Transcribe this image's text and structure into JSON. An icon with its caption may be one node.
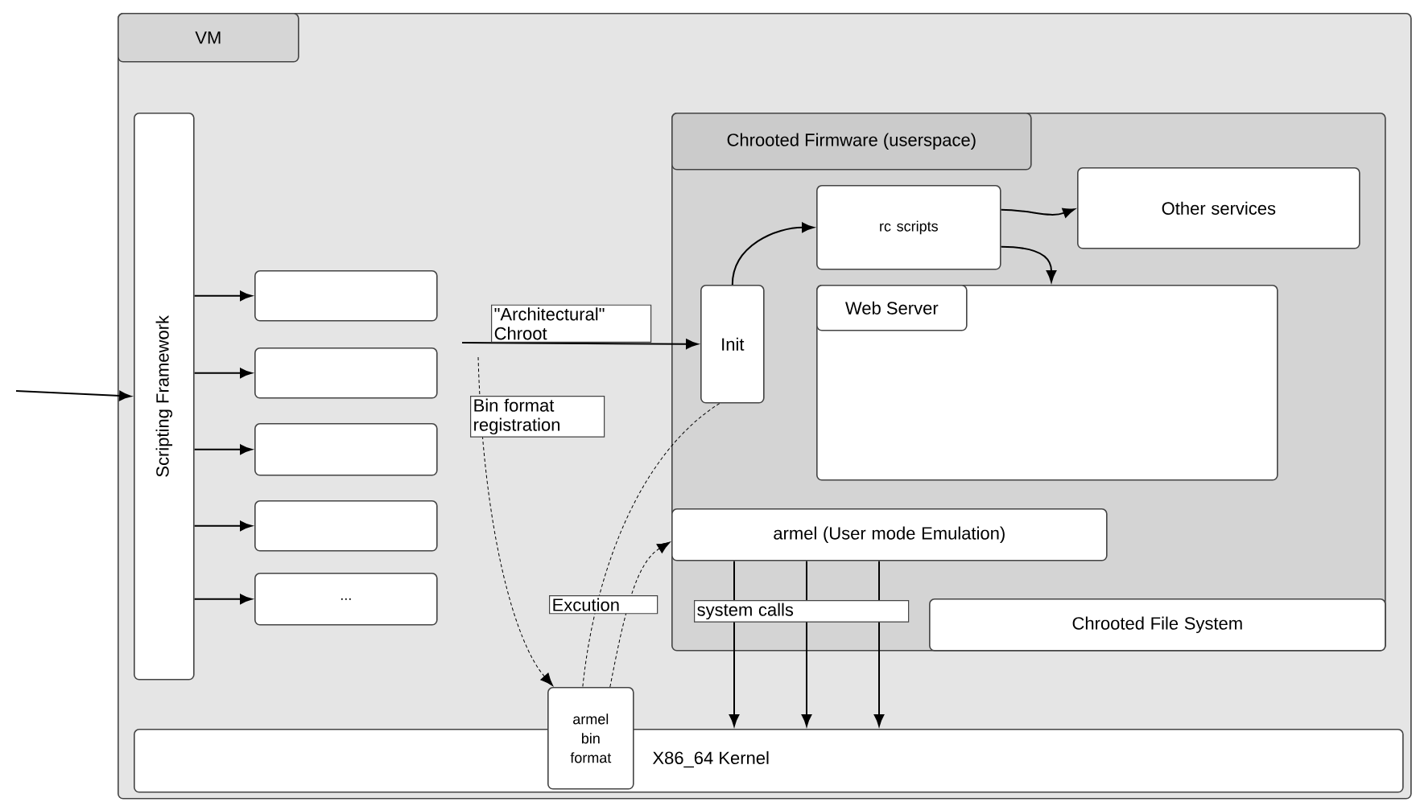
{
  "diagram": {
    "nodes": [
      {
        "text": [
          "VM"
        ]
      },
      {
        "text": [
          "Scripting Framework"
        ],
        "in": 0
      },
      {
        "text": [],
        "shape": "box",
        "in": 0
      },
      {
        "text": [],
        "shape": "box",
        "in": 0
      },
      {
        "text": [],
        "shape": "box",
        "in": 0
      },
      {
        "text": [],
        "shape": "box",
        "in": 0
      },
      {
        "text": [
          "..."
        ],
        "in": 0
      },
      {
        "text": [
          "Chrooted Firmware (userspace)"
        ],
        "in": 0
      },
      {
        "text": [
          "Init"
        ],
        "in": 7
      },
      {
        "text": [
          "rc scripts"
        ],
        "in": 7
      },
      {
        "text": [
          "Other services"
        ],
        "in": 7
      },
      {
        "text": [
          "Web Server"
        ],
        "in": 7
      },
      {
        "text": [
          "armel (User mode Emulation)"
        ],
        "in": 7
      },
      {
        "text": [
          "Chrooted File System"
        ],
        "in": 7
      },
      {
        "text": [
          "armel bin format"
        ],
        "in": 0
      },
      {
        "text": [
          "X86_64 Kernel"
        ],
        "in": 0
      }
    ],
    "edges": [
      {
        "from": null,
        "to": 1,
        "arrow": "to"
      },
      {
        "from": 1,
        "to": 2,
        "arrow": "to"
      },
      {
        "from": 1,
        "to": 3,
        "arrow": "to"
      },
      {
        "from": 1,
        "to": 4,
        "arrow": "to"
      },
      {
        "from": 1,
        "to": 5,
        "arrow": "to"
      },
      {
        "from": 1,
        "to": 6,
        "arrow": "to"
      },
      {
        "from": null,
        "to": 8,
        "arrow": "to",
        "label": "\"Architectural\" Chroot"
      },
      {
        "from": null,
        "to": 14,
        "arrow": "to",
        "label": "Bin format registration",
        "style": "dashed"
      },
      {
        "from": 8,
        "to": 14,
        "arrow": "none",
        "style": "dashed"
      },
      {
        "from": 14,
        "to": 12,
        "arrow": "to",
        "label": "Excution",
        "style": "dashed"
      },
      {
        "from": 8,
        "to": 9,
        "arrow": "to"
      },
      {
        "from": 9,
        "to": 10,
        "arrow": "to"
      },
      {
        "from": 9,
        "to": 11,
        "arrow": "to"
      },
      {
        "from": 12,
        "to": 15,
        "arrow": "to"
      },
      {
        "from": 12,
        "to": 15,
        "arrow": "to",
        "label": "system calls"
      },
      {
        "from": 12,
        "to": 15,
        "arrow": "to"
      }
    ]
  }
}
